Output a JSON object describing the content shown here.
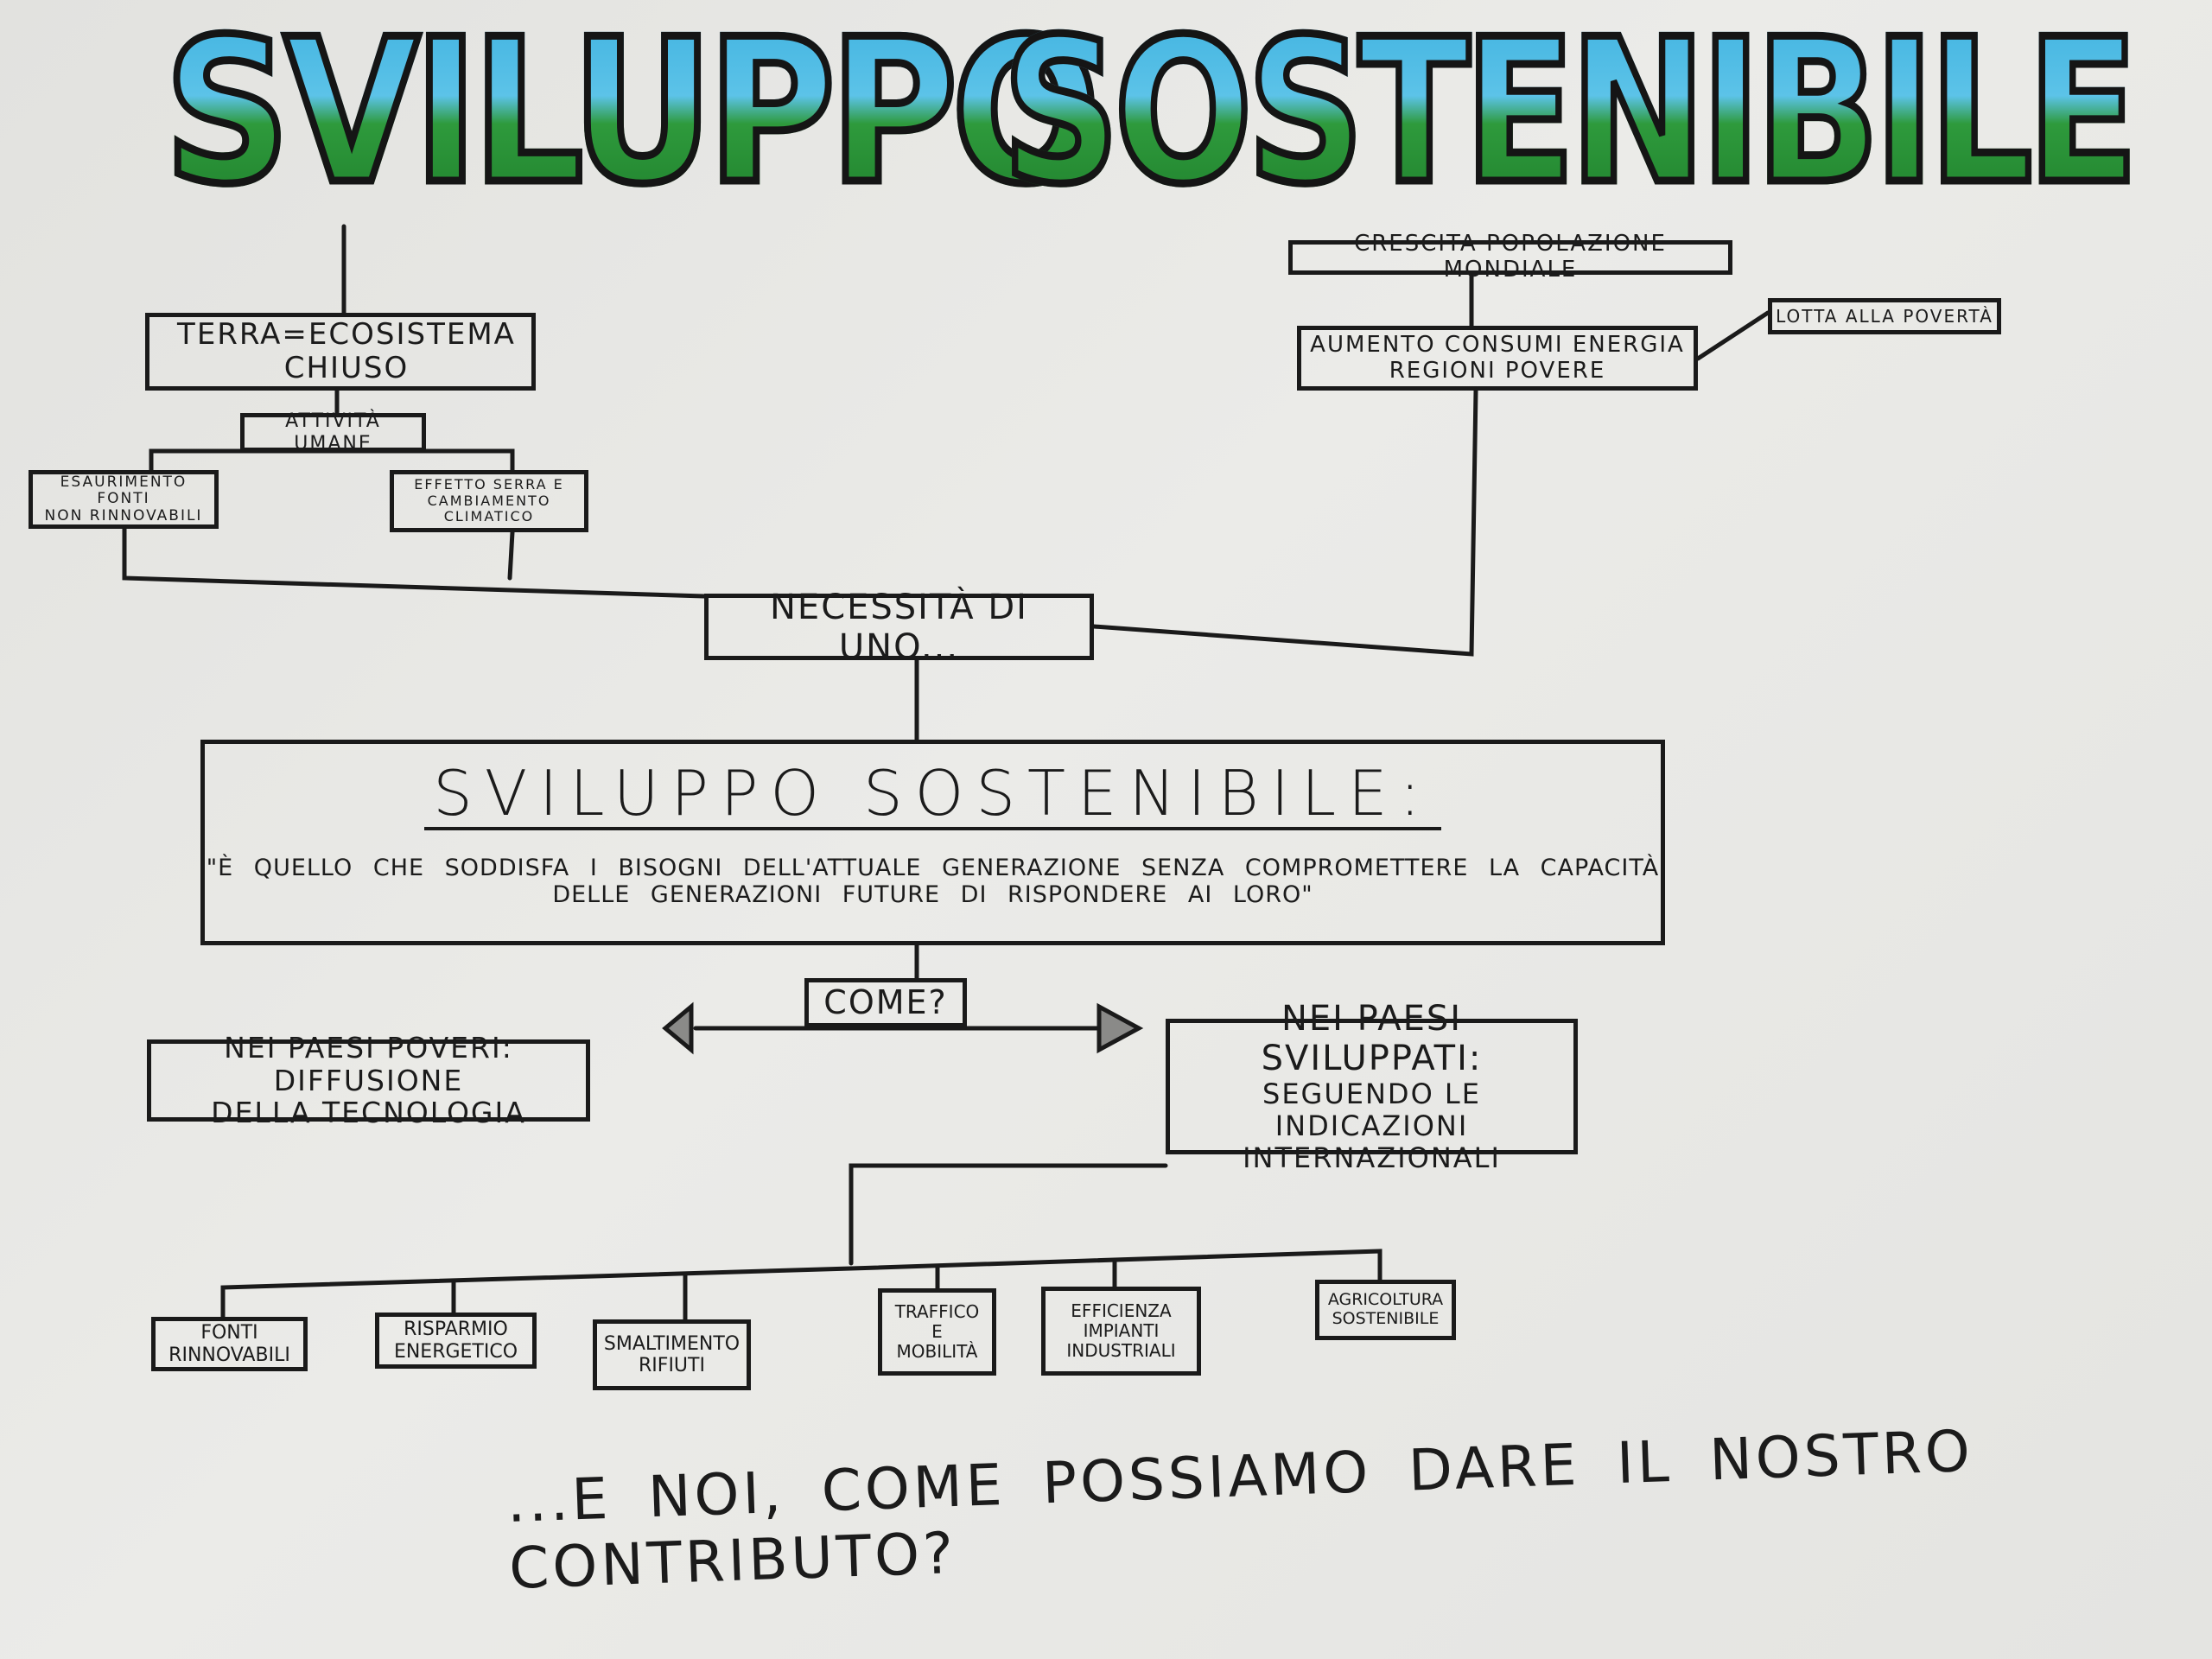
{
  "title": {
    "word1": "SVILUPPO",
    "word2": "SOSTENIBILE"
  },
  "left_branch": {
    "terra": "TERRA=ECOSISTEMA CHIUSO",
    "attivita": "ATTIVITÀ UMANE",
    "esaurimento": [
      "ESAURIMENTO FONTI",
      "NON RINNOVABILI"
    ],
    "effetto": [
      "EFFETTO SERRA E",
      "CAMBIAMENTO CLIMATICO"
    ]
  },
  "right_branch": {
    "crescita": "CRESCITA POPOLAZIONE MONDIALE",
    "aumento": [
      "AUMENTO CONSUMI ENERGIA",
      "REGIONI POVERE"
    ],
    "lotta": "LOTTA ALLA POVERTÀ"
  },
  "necessita": "NECESSITÀ DI UNO...",
  "definition": {
    "heading": "SVILUPPO SOSTENIBILE:",
    "quote_line1": "\"È QUELLO CHE SODDISFA I BISOGNI DELL'ATTUALE GENERAZIONE SENZA COMPROMETTERE LA CAPACITÀ",
    "quote_line2": "DELLE GENERAZIONI FUTURE DI RISPONDERE AI LORO\""
  },
  "come": "COME?",
  "paesi_poveri": [
    "NEI PAESI POVERI: DIFFUSIONE",
    "DELLA TECNOLOGIA"
  ],
  "paesi_sviluppati": [
    "NEI PAESI SVILUPPATI:",
    "SEGUENDO LE INDICAZIONI",
    "INTERNAZIONALI"
  ],
  "actions": [
    [
      "FONTI",
      "RINNOVABILI"
    ],
    [
      "RISPARMIO",
      "ENERGETICO"
    ],
    [
      "SMALTIMENTO",
      "RIFIUTI"
    ],
    [
      "TRAFFICO",
      "E",
      "MOBILITÀ"
    ],
    [
      "EFFICIENZA",
      "IMPIANTI",
      "INDUSTRIALI"
    ],
    [
      "AGRICOLTURA",
      "SOSTENIBILE"
    ]
  ],
  "closing": "...E NOI, COME POSSIAMO DARE IL NOSTRO CONTRIBUTO?",
  "colors": {
    "sky": "#4fbde6",
    "grass": "#2a8f36",
    "ink": "#1a1a1a",
    "paper": "#e7e7e4"
  }
}
